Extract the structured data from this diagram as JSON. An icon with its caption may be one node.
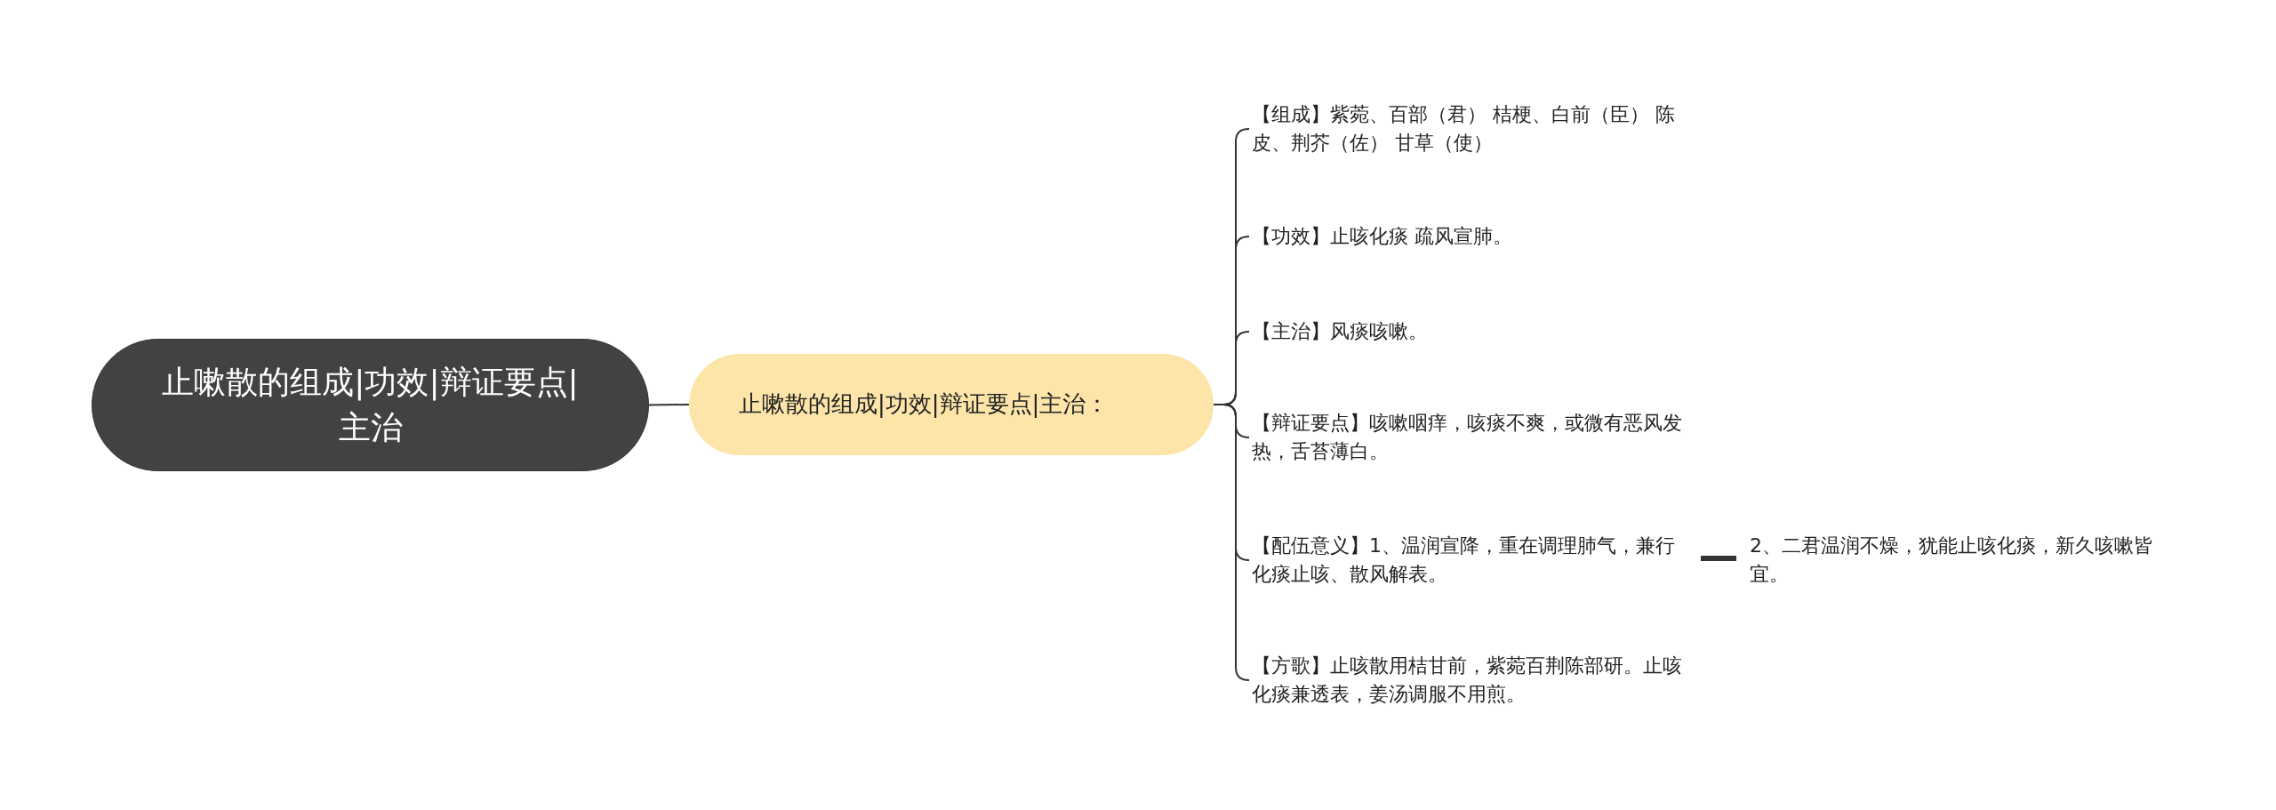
{
  "diagram": {
    "nodes": [
      {
        "text": [
          "止嗽散的组成|功效|辩证要点|主治"
        ]
      },
      {
        "text": [
          "止嗽散的组成|功效|辩证要点|主治："
        ]
      },
      {
        "text": [
          "【组成】紫菀、百部（君） 桔梗、白前（臣） 陈皮、荆芥（佐） 甘草（使）"
        ]
      },
      {
        "text": [
          "【功效】止咳化痰 疏风宣肺。"
        ]
      },
      {
        "text": [
          "【主治】风痰咳嗽。"
        ]
      },
      {
        "text": [
          "【辩证要点】咳嗽咽痒，咳痰不爽，或微有恶风发热，舌苔薄白。"
        ]
      },
      {
        "text": [
          "【配伍意义】1、温润宣降，重在调理肺气，兼行化痰止咳、散风解表。"
        ]
      },
      {
        "text": [
          "【方歌】止咳散用桔甘前，紫菀百荆陈部研。止咳化痰兼透表，姜汤调服不用煎。"
        ]
      },
      {
        "text": [
          "2、二君温润不燥，犹能止咳化痰，新久咳嗽皆宜。"
        ]
      }
    ],
    "edges": [
      {
        "from": 0,
        "to": 1,
        "arrow": "none"
      },
      {
        "from": 1,
        "to": 2,
        "arrow": "none"
      },
      {
        "from": 1,
        "to": 3,
        "arrow": "none"
      },
      {
        "from": 1,
        "to": 4,
        "arrow": "none"
      },
      {
        "from": 1,
        "to": 5,
        "arrow": "none"
      },
      {
        "from": 1,
        "to": 6,
        "arrow": "none"
      },
      {
        "from": 1,
        "to": 7,
        "arrow": "none"
      },
      {
        "from": 6,
        "to": 8,
        "arrow": "none",
        "style": "thick"
      }
    ]
  }
}
